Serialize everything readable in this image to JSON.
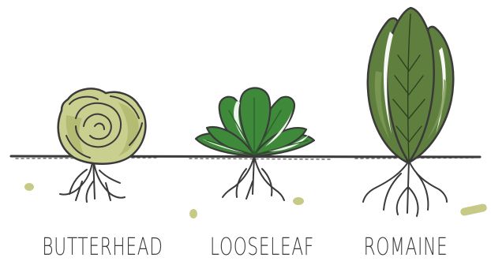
{
  "labels": {
    "butterhead": "BUTTERHEAD",
    "looseleaf": "LOOSELEAF",
    "romaine": "ROMAINE"
  },
  "colors": {
    "outline": "#3a3a3a",
    "butterhead_fill": "#c9cf8e",
    "butterhead_shade": "#b4bb73",
    "looseleaf_fill": "#3f8a3a",
    "looseleaf_light": "#5aa24f",
    "romaine_fill": "#5f7f3e",
    "romaine_light": "#809b58",
    "seed": "#c6ca86"
  },
  "icons": [
    "butterhead-lettuce-icon",
    "looseleaf-lettuce-icon",
    "romaine-lettuce-icon",
    "soil-line",
    "seed-dot"
  ]
}
